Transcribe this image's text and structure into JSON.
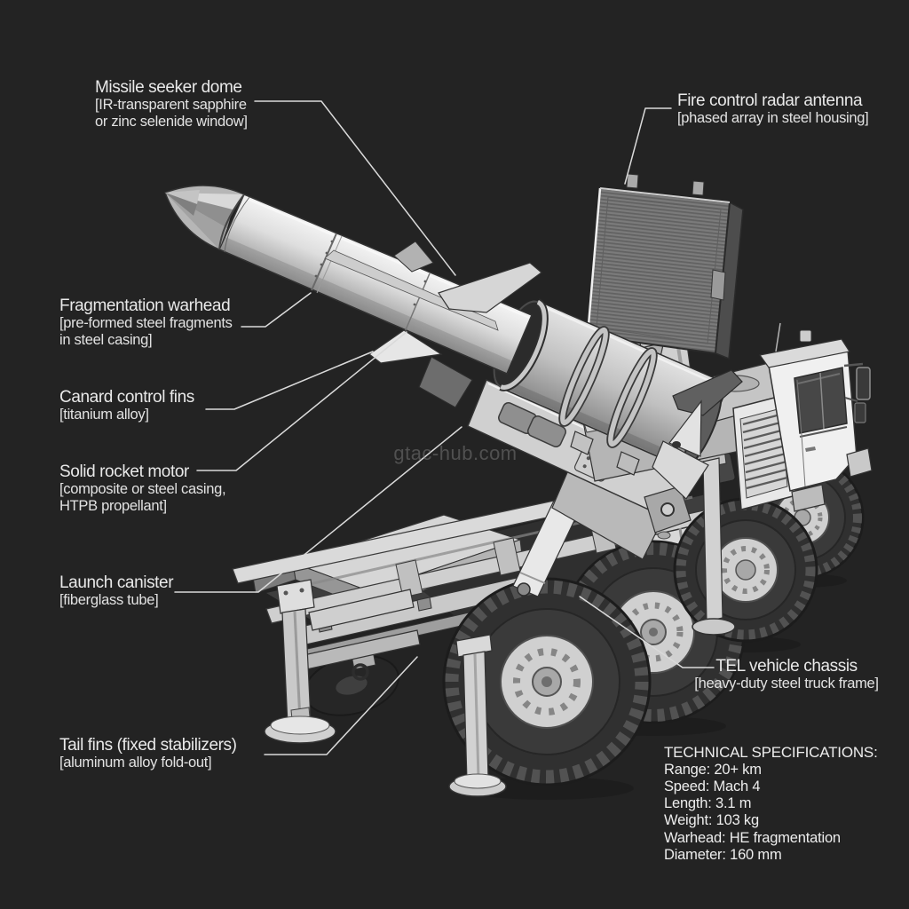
{
  "watermark": "gtac-hub.com",
  "colors": {
    "background": "#232323",
    "text": "#e9e9e9",
    "leader_line": "#d9d9d9",
    "watermark": "#6f6f6f",
    "illustration_light": "#e8e8e8",
    "illustration_dark": "#3a3a3a"
  },
  "labels": {
    "seeker": {
      "title": "Missile seeker dome",
      "line2": "[IR-transparent sapphire",
      "line3": "or zinc selenide window]"
    },
    "radar": {
      "title": "Fire control radar antenna",
      "line2": "[phased array in steel housing]"
    },
    "warhead": {
      "title": "Fragmentation warhead",
      "line2": "[pre-formed steel fragments",
      "line3": "in steel casing]"
    },
    "canard": {
      "title": "Canard control fins",
      "line2": "[titanium alloy]"
    },
    "motor": {
      "title": "Solid rocket motor",
      "line2": "[composite or steel casing,",
      "line3": "HTPB propellant]"
    },
    "canister": {
      "title": "Launch canister",
      "line2": "[fiberglass tube]"
    },
    "chassis": {
      "title": "TEL vehicle chassis",
      "line2": "[heavy-duty steel truck frame]"
    },
    "tailfins": {
      "title": "Tail fins (fixed stabilizers)",
      "line2": "[aluminum alloy fold-out]"
    }
  },
  "specs": {
    "title": "TECHNICAL SPECIFICATIONS:",
    "lines": [
      "Range: 20+ km",
      "Speed: Mach 4",
      "Length: 3.1 m",
      "Weight: 103 kg",
      "Warhead: HE fragmentation",
      "Diameter: 160 mm"
    ]
  }
}
